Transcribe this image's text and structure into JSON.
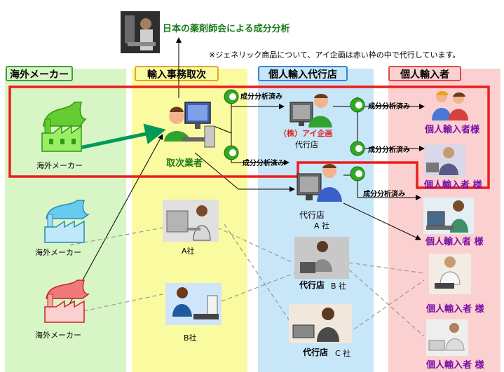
{
  "title": "日本の薬剤師会による成分分析",
  "note": "※ジェネリック商品について、アイ企画は赤い枠の中で代行しています。",
  "columns": [
    {
      "label": "海外メーカー",
      "bg": "#d8f5c6",
      "border": "#3da03d"
    },
    {
      "label": "輸入事務取次",
      "bg": "#fafaa0",
      "border": "#e6a42f"
    },
    {
      "label": "個人輸入代行店",
      "bg": "#c7e6f8",
      "border": "#3c83d4"
    },
    {
      "label": "個人輸入者",
      "bg": "#fbd0d0",
      "border": "#e24a4a"
    }
  ],
  "makers": [
    "海外メーカー",
    "海外メーカー",
    "海外メーカー"
  ],
  "agent_label": "取次業者",
  "agent_a_label": "A社",
  "agent_b_label": "B社",
  "store1": {
    "company": "（株）アイ企画",
    "label": "代行店"
  },
  "store_a": {
    "label": "代行店",
    "sub": "A 社"
  },
  "store_b": {
    "label": "代行店",
    "sub": "B 社"
  },
  "store_c": {
    "label": "代行店",
    "sub": "C 社"
  },
  "analysis_tag": "成分分析済み",
  "persons": [
    "個人輸入者様",
    "個人輸入者 様",
    "個人輸入者 様",
    "個人輸入者 様",
    "個人輸入者 様"
  ],
  "colors": {
    "frame": "#ee1c1c",
    "arrow": "#00995a",
    "person_text": "#7a0fa8",
    "company_text": "#e02020"
  }
}
